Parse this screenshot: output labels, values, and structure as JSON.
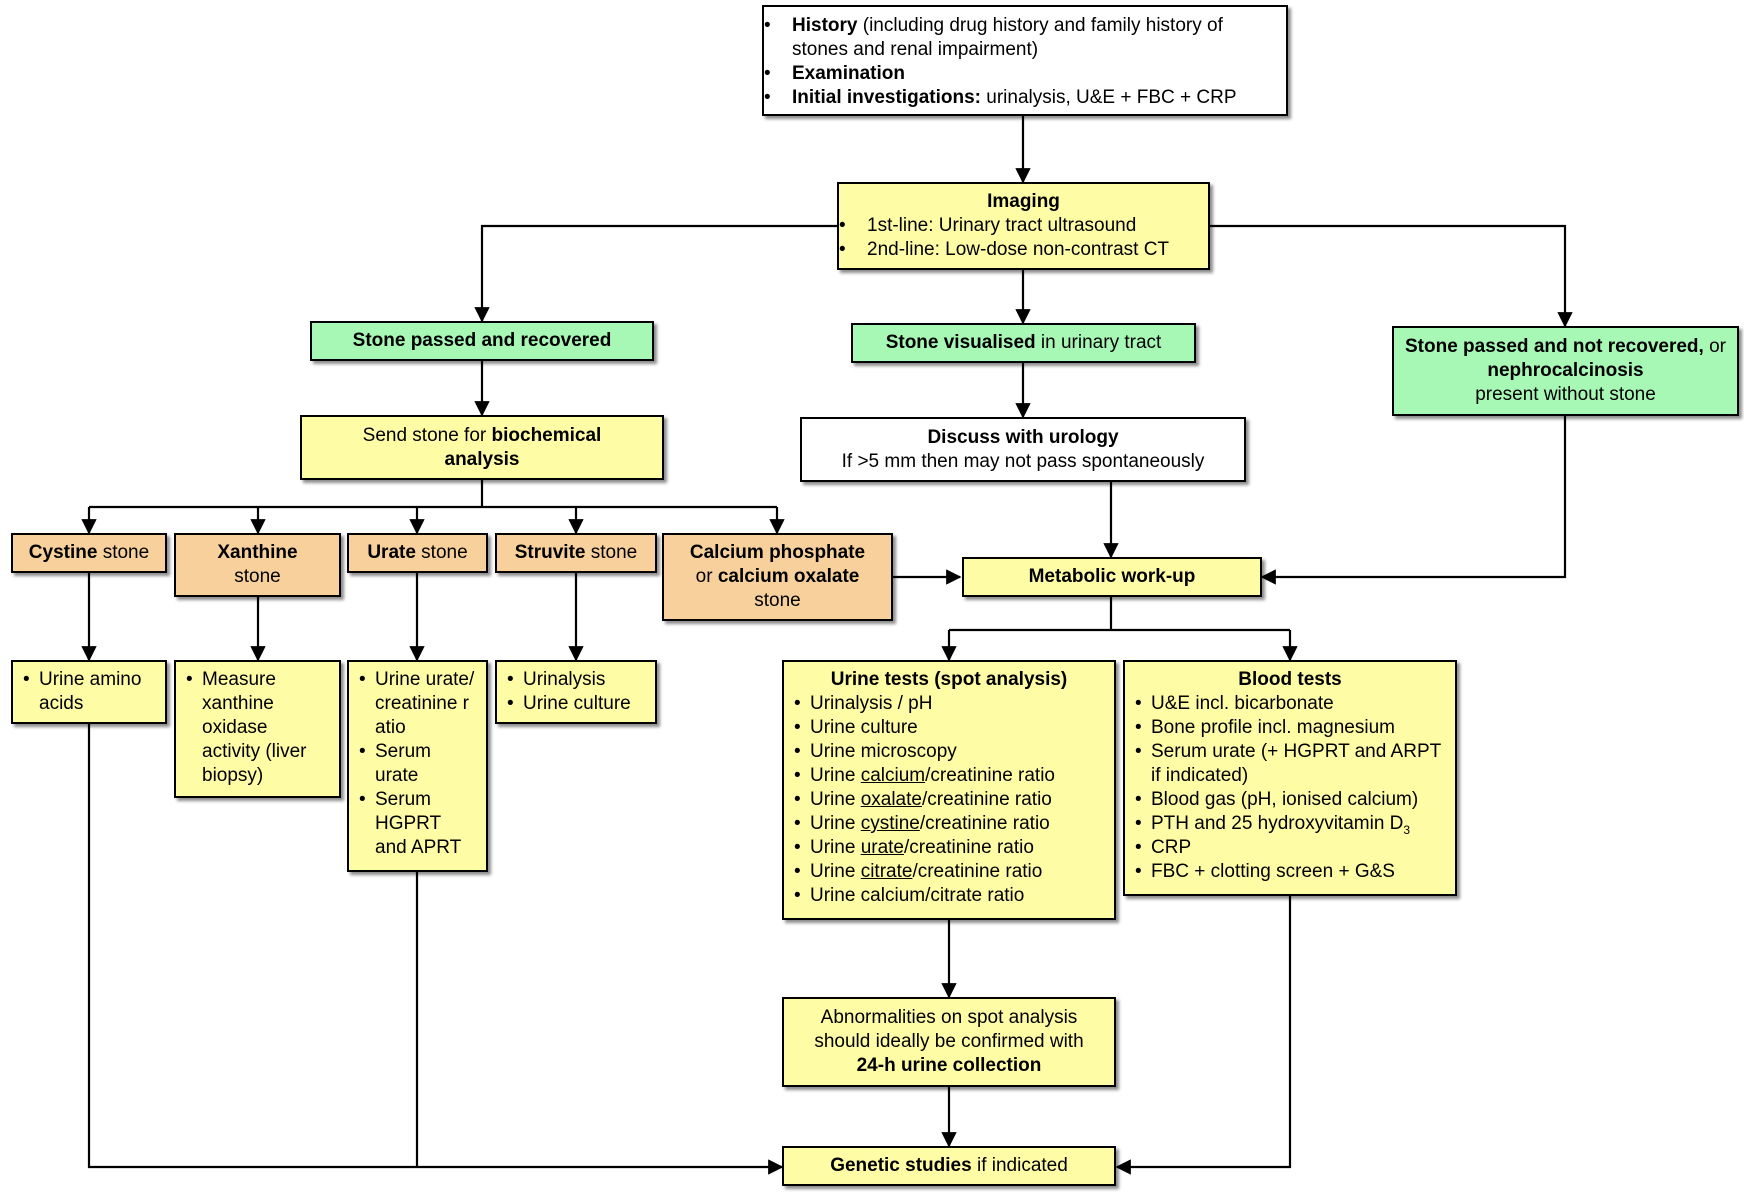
{
  "history_box": {
    "history_label": "History",
    "history_text": " (including drug history and family history of stones and renal impairment)",
    "examination_label": "Examination",
    "initial_label": "Initial investigations:",
    "initial_text": " urinalysis, U&E + FBC + CRP"
  },
  "imaging_box": {
    "title": "Imaging",
    "line1": "1st-line: Urinary tract ultrasound",
    "line2": "2nd-line: Low-dose non-contrast CT"
  },
  "stone_recovered": {
    "label": "Stone passed and recovered"
  },
  "stone_visualised": {
    "bold": "Stone visualised",
    "rest": " in urinary tract"
  },
  "stone_not_recovered": {
    "bold1": "Stone passed and not recovered,",
    "mid": " or ",
    "bold2": "nephrocalcinosis",
    "rest": "present without stone"
  },
  "biochem_box": {
    "pre": "Send stone for ",
    "bold": "biochemical analysis"
  },
  "urology_box": {
    "title": "Discuss with urology",
    "text": "If >5 mm then may not pass spontaneously"
  },
  "stones": {
    "cystine": {
      "bold": "Cystine",
      "rest": " stone"
    },
    "xanthine": {
      "bold": "Xanthine",
      "rest": "stone"
    },
    "urate": {
      "bold": "Urate",
      "rest": " stone"
    },
    "struvite": {
      "bold": "Struvite",
      "rest": " stone"
    },
    "calcium": {
      "bold1": "Calcium phosphate",
      "pre2": "or ",
      "bold2": "calcium oxalate",
      "rest": "stone"
    }
  },
  "metabolic_box": {
    "label": "Metabolic work-up"
  },
  "cystine_tests": {
    "item1": "Urine amino acids"
  },
  "xanthine_tests": {
    "item1": "Measure xanthine oxidase activity (liver biopsy)"
  },
  "urate_tests": {
    "item1": "Urine urate/creatinine ratio",
    "item2": "Serum urate",
    "item3": "Serum HGPRT and APRT"
  },
  "struvite_tests": {
    "item1": "Urinalysis",
    "item2": "Urine culture"
  },
  "urine_tests": {
    "title": "Urine tests (spot analysis)",
    "items": [
      {
        "pre": "Urinalysis / pH",
        "u": "",
        "post": ""
      },
      {
        "pre": "Urine culture",
        "u": "",
        "post": ""
      },
      {
        "pre": "Urine microscopy",
        "u": "",
        "post": ""
      },
      {
        "pre": "Urine ",
        "u": "calcium",
        "post": "/creatinine ratio"
      },
      {
        "pre": "Urine ",
        "u": "oxalate",
        "post": "/creatinine ratio"
      },
      {
        "pre": "Urine ",
        "u": "cystine",
        "post": "/creatinine ratio"
      },
      {
        "pre": "Urine ",
        "u": "urate",
        "post": "/creatinine ratio"
      },
      {
        "pre": "Urine ",
        "u": "citrate",
        "post": "/creatinine ratio"
      },
      {
        "pre": "Urine calcium/citrate ratio",
        "u": "",
        "post": ""
      }
    ]
  },
  "blood_tests": {
    "title": "Blood tests",
    "item1": "U&E incl. bicarbonate",
    "item2": "Bone profile incl. magnesium",
    "item3": "Serum urate (+ HGPRT and ARPT if indicated)",
    "item4": "Blood gas (pH, ionised calcium)",
    "item5_pre": "PTH and 25 hydroxyvitamin D",
    "item5_sub": "3",
    "item6": "CRP",
    "item7": "FBC + clotting screen + G&S"
  },
  "collection_box": {
    "text": "Abnormalities on spot analysis should ideally be confirmed with",
    "bold": "24-h urine collection"
  },
  "genetic_box": {
    "bold": "Genetic studies",
    "rest": " if indicated"
  },
  "colors": {
    "yellow": "#fffca6",
    "green": "#a7f7b5",
    "orange": "#f8d09c",
    "white": "#ffffff",
    "line": "#000000"
  }
}
